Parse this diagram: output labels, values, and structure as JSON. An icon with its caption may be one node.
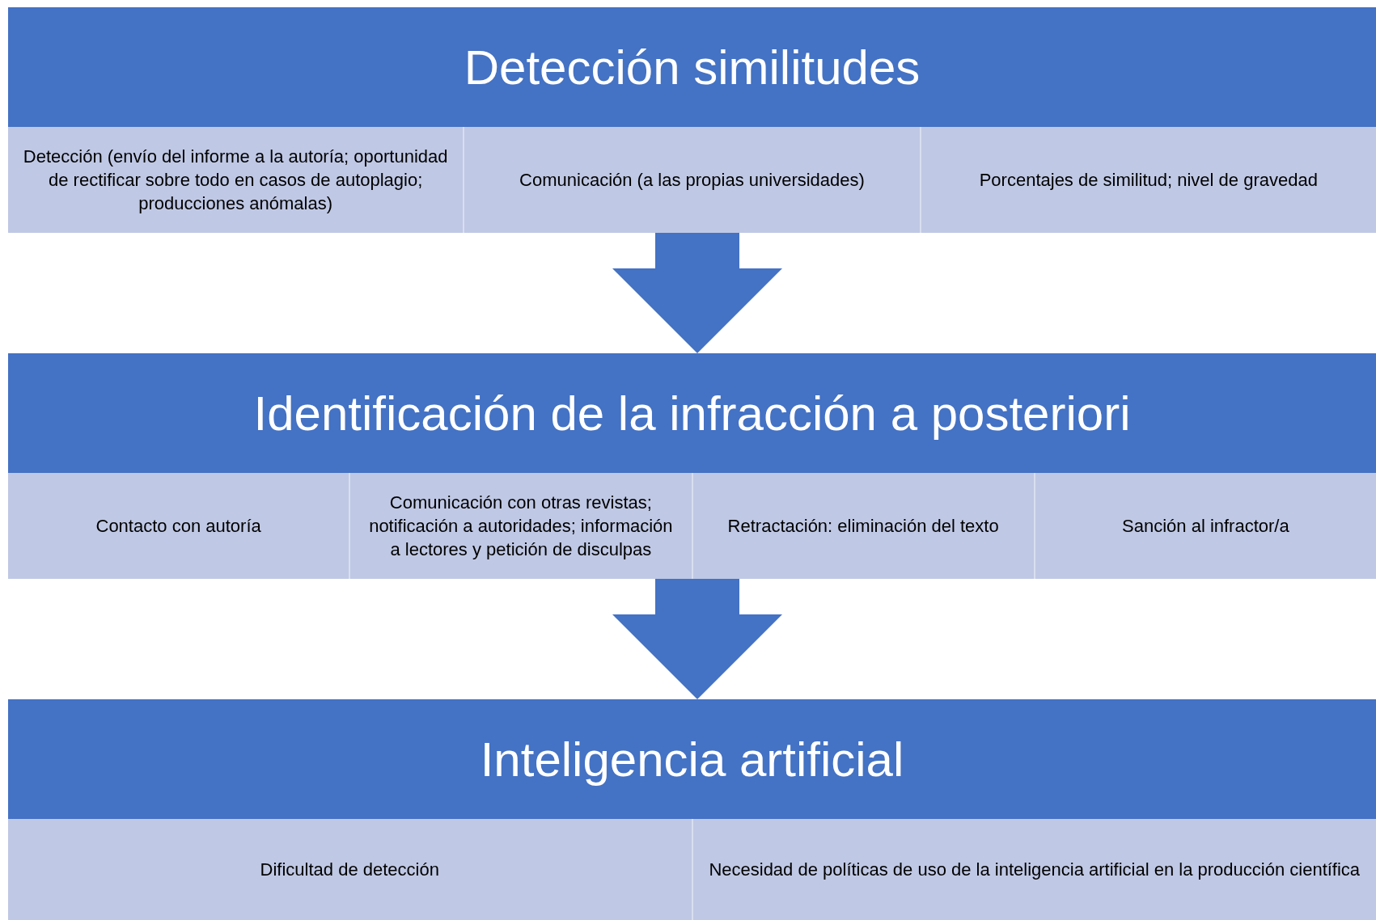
{
  "diagram": {
    "nodes": [
      {
        "text": [
          "Detección similitudes"
        ]
      },
      {
        "text": [
          "Detección (envío del informe a la autoría; oportunidad de rectificar sobre todo en casos de autoplagio; producciones anómalas)"
        ],
        "in": 0
      },
      {
        "text": [
          "Comunicación (a las propias universidades)"
        ],
        "in": 0
      },
      {
        "text": [
          "Porcentajes de similitud; nivel de gravedad"
        ],
        "in": 0
      },
      {
        "text": [
          "Identificación de la infracción a posteriori"
        ]
      },
      {
        "text": [
          "Contacto con autoría"
        ],
        "in": 4
      },
      {
        "text": [
          "Comunicación con otras revistas; notificación a autoridades; información a lectores y petición de disculpas"
        ],
        "in": 4
      },
      {
        "text": [
          "Retractación: eliminación del texto"
        ],
        "in": 4
      },
      {
        "text": [
          "Sanción al infractor/a"
        ],
        "in": 4
      },
      {
        "text": [
          "Inteligencia artificial"
        ]
      },
      {
        "text": [
          "Dificultad de detección"
        ],
        "in": 9
      },
      {
        "text": [
          "Necesidad de políticas de uso de la inteligencia artificial en la producción científica"
        ],
        "in": 9
      }
    ],
    "edges": [
      {
        "from": 0,
        "to": 4,
        "arrow": "to"
      },
      {
        "from": 4,
        "to": 9,
        "arrow": "to"
      }
    ]
  }
}
